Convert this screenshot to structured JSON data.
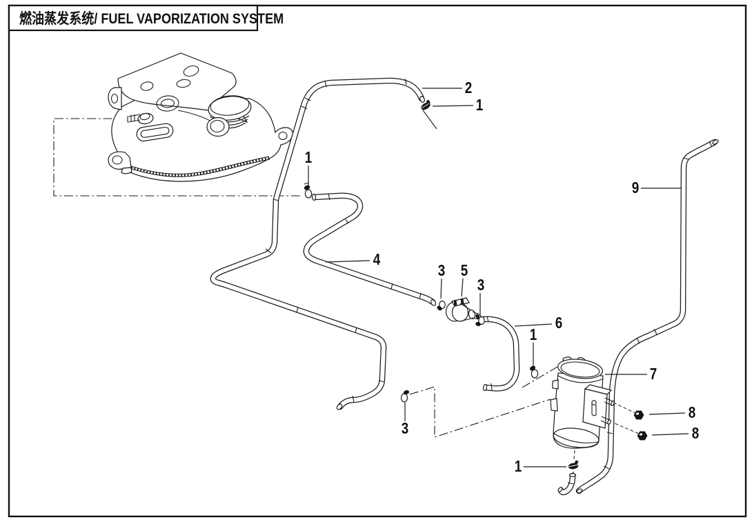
{
  "colors": {
    "background": "#ffffff",
    "line": "#1a1a1a"
  },
  "title_block": {
    "title_full": "燃油蒸发系统/ FUEL VAPORIZATION SYSTEM",
    "title_zh": "燃油蒸发系统",
    "title_en": "FUEL VAPORIZATION SYSTEM"
  },
  "diagram": {
    "callouts": [
      {
        "label": "2"
      },
      {
        "label": "1"
      },
      {
        "label": "1"
      },
      {
        "label": "4"
      },
      {
        "label": "3"
      },
      {
        "label": "5"
      },
      {
        "label": "3"
      },
      {
        "label": "6"
      },
      {
        "label": "1"
      },
      {
        "label": "9"
      },
      {
        "label": "7"
      },
      {
        "label": "8"
      },
      {
        "label": "8"
      },
      {
        "label": "3"
      },
      {
        "label": "1"
      }
    ]
  }
}
